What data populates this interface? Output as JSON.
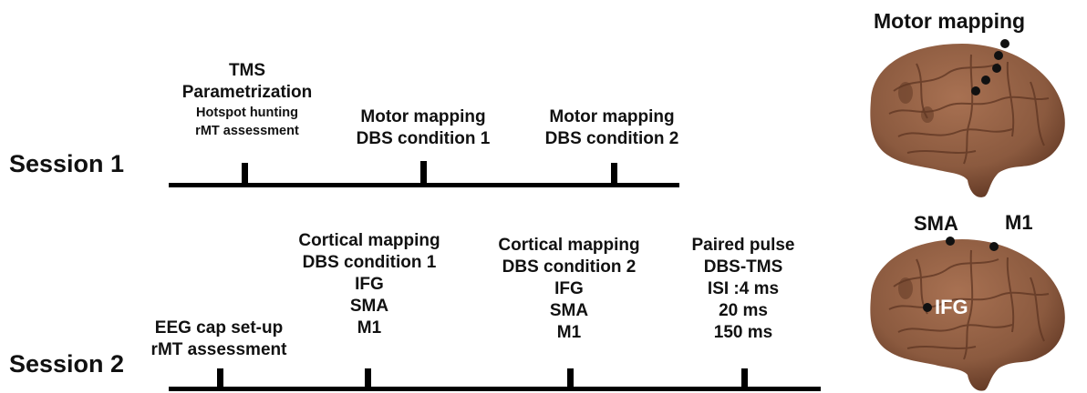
{
  "session1": {
    "label": "Session 1",
    "events": [
      {
        "lines": [
          "TMS",
          "Parametrization"
        ],
        "sub": [
          "Hotspot hunting",
          "rMT assessment"
        ]
      },
      {
        "lines": [
          "Motor mapping",
          "DBS condition 1"
        ],
        "sub": []
      },
      {
        "lines": [
          "Motor mapping",
          "DBS condition 2"
        ],
        "sub": []
      }
    ]
  },
  "session2": {
    "label": "Session 2",
    "events": [
      {
        "lines": [
          "EEG cap set-up",
          "rMT assessment"
        ]
      },
      {
        "lines": [
          "Cortical mapping",
          "DBS condition 1",
          "IFG",
          "SMA",
          "M1"
        ]
      },
      {
        "lines": [
          "Cortical mapping",
          "DBS condition 2",
          "IFG",
          "SMA",
          "M1"
        ]
      },
      {
        "lines": [
          "Paired pulse",
          "DBS-TMS",
          "ISI :4 ms",
          "20 ms",
          "150 ms"
        ]
      }
    ]
  },
  "brains": {
    "top": {
      "title": "Motor mapping"
    },
    "bottom": {
      "labels": {
        "sma": "SMA",
        "m1": "M1",
        "ifg": "IFG"
      }
    }
  },
  "colors": {
    "brain": "#8b5a3f",
    "brain_dark": "#5e3522",
    "brain_light": "#a87152",
    "line": "#000000",
    "label_on_brain": "#ffffff"
  }
}
